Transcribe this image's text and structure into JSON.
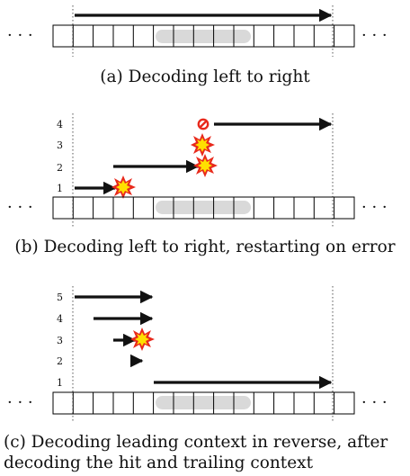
{
  "dots": "· · ·",
  "panels": [
    {
      "caption": "(a) Decoding left to right",
      "labels": []
    },
    {
      "caption": "(b) Decoding left to right, restarting on error",
      "labels": [
        "1",
        "2",
        "3",
        "4"
      ]
    },
    {
      "caption_lines": [
        "(c) Decoding leading context in reverse, after",
        "decoding the hit and trailing context"
      ],
      "labels": [
        "1",
        "2",
        "3",
        "4",
        "5"
      ]
    }
  ],
  "colors": {
    "cell_border": "#000000",
    "hit_region": "#d9d9d9",
    "arrow": "#111111",
    "explosion_outer": "#e8291c",
    "explosion_inner": "#ffe000",
    "stop_sign": "#e8291c"
  },
  "icons": [
    "explosion-icon",
    "stop-sign-icon"
  ]
}
